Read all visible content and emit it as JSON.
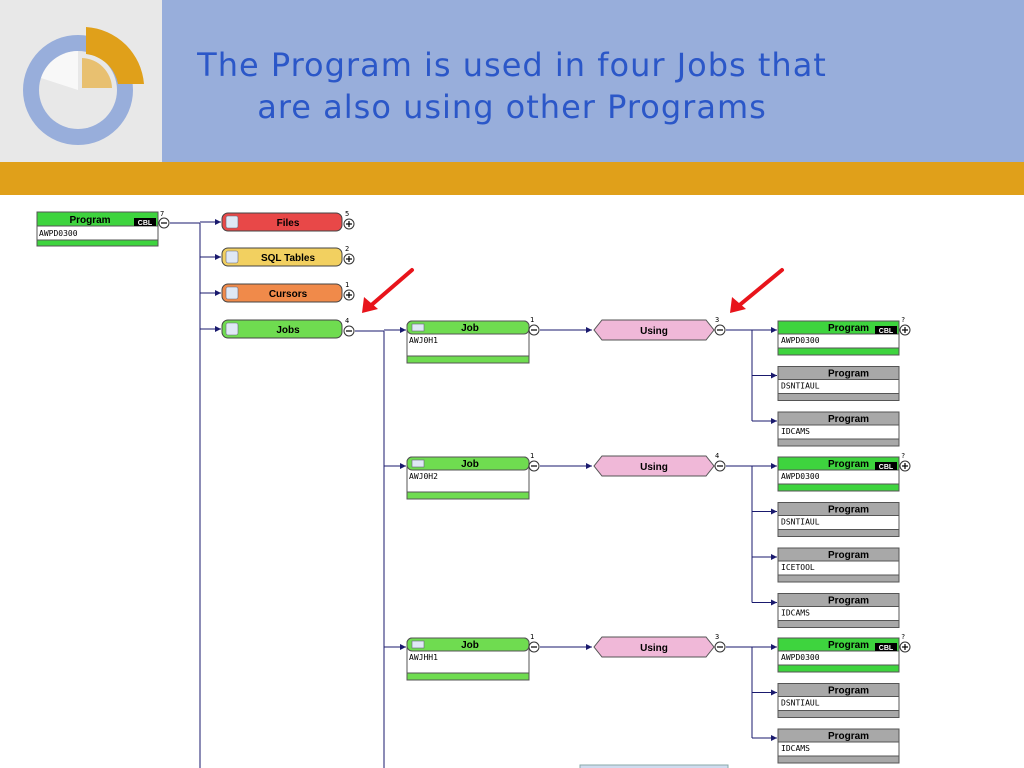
{
  "title": {
    "line1": "The Program is used in four Jobs that",
    "line2": "are also using other Programs"
  },
  "colors": {
    "header_bg": "#98aedb",
    "logo_bg": "#e8e8e8",
    "accent_band": "#e0a01a",
    "title_text": "#2b57c8",
    "arrow_red": "#e8141b",
    "program_green": "#3ed43e",
    "program_gray": "#a8a8a8",
    "files_red": "#e84848",
    "sql_yellow": "#f2d060",
    "cursor_orange": "#f08a4a",
    "using_pink": "#f0b8d8"
  },
  "root": {
    "header": "Program",
    "value": "AWPD0300",
    "badge": "CBL",
    "count": "7",
    "expand": "minus"
  },
  "categories": [
    {
      "label": "Files",
      "count": "5",
      "expand": "plus",
      "color": "#e84848",
      "icon": "file-icon"
    },
    {
      "label": "SQL Tables",
      "count": "2",
      "expand": "plus",
      "color": "#f2d060",
      "icon": "table-icon"
    },
    {
      "label": "Cursors",
      "count": "1",
      "expand": "plus",
      "color": "#f08a4a",
      "icon": "cursor-icon"
    },
    {
      "label": "Jobs",
      "count": "4",
      "expand": "minus",
      "color": "#6fdc50",
      "icon": "job-icon"
    }
  ],
  "jobs": [
    {
      "header": "Job",
      "value": "AWJ0H1",
      "count": "1",
      "using": {
        "label": "Using",
        "count": "3"
      },
      "programs": [
        {
          "header": "Program",
          "value": "AWPD0300",
          "badge": "CBL",
          "count": "?",
          "green": true
        },
        {
          "header": "Program",
          "value": "DSNTIAUL",
          "green": false
        },
        {
          "header": "Program",
          "value": "IDCAMS",
          "green": false
        }
      ]
    },
    {
      "header": "Job",
      "value": "AWJ0H2",
      "count": "1",
      "using": {
        "label": "Using",
        "count": "4"
      },
      "programs": [
        {
          "header": "Program",
          "value": "AWPD0300",
          "badge": "CBL",
          "count": "?",
          "green": true
        },
        {
          "header": "Program",
          "value": "DSNTIAUL",
          "green": false
        },
        {
          "header": "Program",
          "value": "ICETOOL",
          "green": false
        },
        {
          "header": "Program",
          "value": "IDCAMS",
          "green": false
        }
      ]
    },
    {
      "header": "Job",
      "value": "AWJHH1",
      "count": "1",
      "using": {
        "label": "Using",
        "count": "3"
      },
      "programs": [
        {
          "header": "Program",
          "value": "AWPD0300",
          "badge": "CBL",
          "count": "?",
          "green": true
        },
        {
          "header": "Program",
          "value": "DSNTIAUL",
          "green": false
        },
        {
          "header": "Program",
          "value": "IDCAMS",
          "green": false
        }
      ]
    }
  ]
}
